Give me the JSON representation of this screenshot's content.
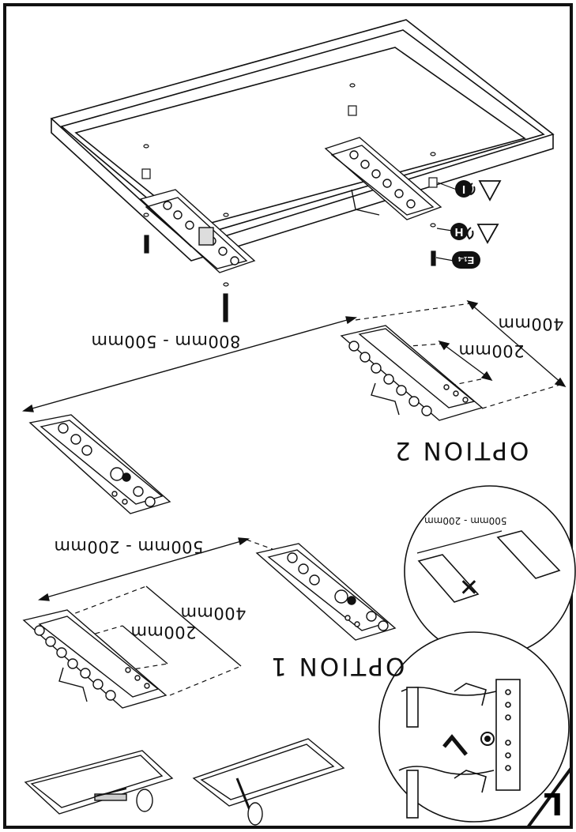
{
  "step_number": "L",
  "dimensions": {
    "top_span": "800mm - 500mm",
    "top_outer": "400mm",
    "top_inner": "200mm",
    "mid_span": "500mm - 200mm",
    "bottom_outer": "400mm",
    "bottom_inner": "200mm",
    "circle_span": "500mm - 200mm"
  },
  "options": {
    "option_2": "OPTION 2",
    "option_1": "OPTION 1"
  },
  "parts": {
    "part_i": "I",
    "part_h": "H",
    "part_e": "E",
    "part_e_range": "1-4"
  },
  "icons": [
    "info-warning-icon",
    "wrench-icon",
    "cross-mark-icon",
    "check-mark-icon",
    "screwdriver-icon"
  ],
  "colors": {
    "line": "#111111",
    "background": "#ffffff"
  }
}
